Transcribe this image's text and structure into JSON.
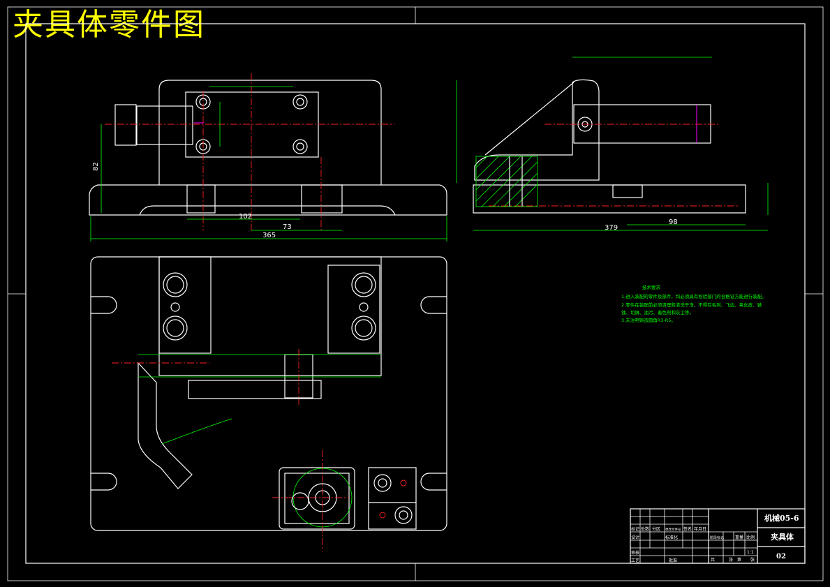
{
  "title": "夹具体零件图",
  "colors": {
    "background": "#000000",
    "outline": "#ffffff",
    "centerline": "#ff2020",
    "dimension": "#00ff00",
    "title": "#ffff00",
    "accent": "#ff00ff"
  },
  "dimensions": {
    "front_view": {
      "d1": "102",
      "d2": "73",
      "d3": "365",
      "d4": "82"
    },
    "side_view": {
      "d1": "379",
      "d2": "98"
    }
  },
  "tech_notes": {
    "heading": "技术要求",
    "lines": [
      "1.进入装配的零件及部件，均必须具有检验部门的合格证方能进行装配。",
      "2.零件在装配前必须清理和清洗干净，不得有毛刺、飞边、氧化皮、锈",
      "蚀、切屑、油污、着色剂和灰尘等。",
      "3.未注明铸造圆角R3-R5。"
    ]
  },
  "title_block": {
    "drawing_no": "机械05-6",
    "part_name": "夹具体",
    "sheet": "02",
    "scale": "1:1",
    "cells": {
      "mark": "标记",
      "count": "处数",
      "zone": "分区",
      "change_no": "更改文件号",
      "sign": "签名",
      "date": "年月日",
      "design": "设计",
      "standard": "标准化",
      "review": "审核",
      "process": "工艺",
      "approve": "批准",
      "stage": "阶段标记",
      "weight": "重量",
      "ratio": "比例",
      "total": "共",
      "sheet_label": "张",
      "page": "第",
      "page_label": "张"
    }
  }
}
